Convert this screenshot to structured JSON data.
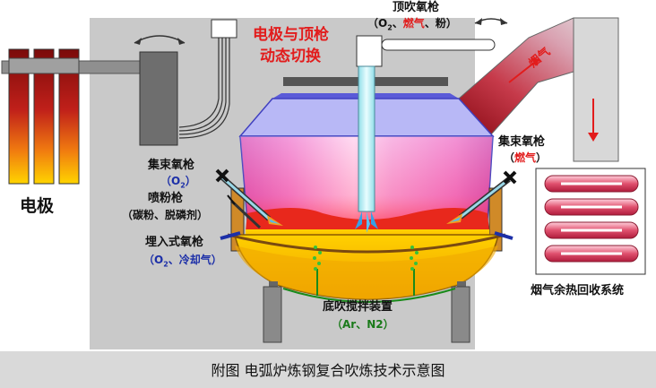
{
  "labels": {
    "switch_title_line1": "电极与顶枪",
    "switch_title_line2": "动态切换",
    "top_lance": "顶吹氧枪",
    "top_lance_open": "（O",
    "top_lance_sub": "2",
    "top_lance_sep1": "、",
    "top_lance_fuel": "燃气",
    "top_lance_sep2": "、粉）",
    "electrode": "电极",
    "cluster_lance_left": "集束氧枪",
    "cluster_lance_left_gas_open": "（O",
    "cluster_lance_left_gas_sub": "2",
    "cluster_lance_left_gas_close": "）",
    "powder_gun": "喷粉枪",
    "powder_gun_detail": "（碳粉、脱磷剂）",
    "buried_lance": "埋入式氧枪",
    "buried_lance_open": "（O",
    "buried_lance_sub": "2",
    "buried_lance_rest": "、冷却气）",
    "cluster_lance_right": "集束氧枪",
    "cluster_lance_right_gas_open": "（",
    "cluster_lance_right_gas_fuel": "燃气",
    "cluster_lance_right_gas_close": "）",
    "flue_gas": "烟气",
    "heat_recovery": "烟气余热回收系统",
    "bottom_stir": "底吹搅拌装置",
    "bottom_stir_gas": "（Ar、N2）",
    "caption": "附图 电弧炉炼钢复合吹炼技术示意图"
  },
  "colors": {
    "panel_gray": "#c9c9c9",
    "melt_yellow": "#f5b800",
    "slag_red": "#e8281c",
    "furnace_pink": "#f08ad0",
    "lance_cyan": "#c8f4f8",
    "green_stir": "#34c23a",
    "label_red": "#e21c1c",
    "label_blue": "#1c2fa8"
  }
}
